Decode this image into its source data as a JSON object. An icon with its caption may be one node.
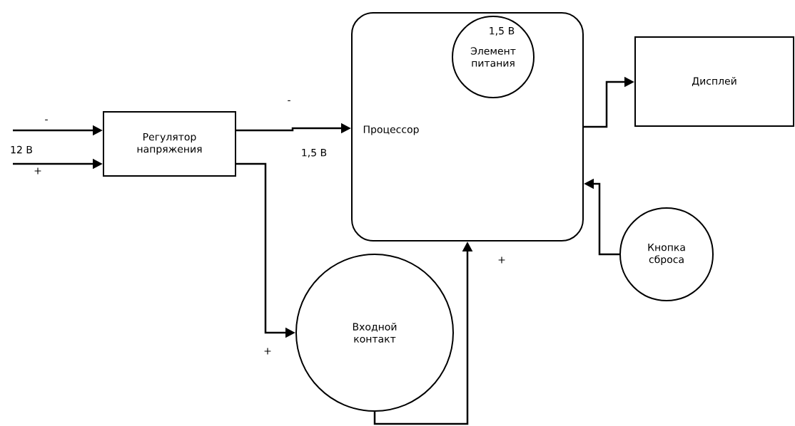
{
  "diagram": {
    "nodes": [
      {
        "text": [
          "Регулятор напряжения"
        ]
      },
      {
        "text": [
          "Процессор"
        ]
      },
      {
        "text": [
          "1,5 В",
          "Элемент питания"
        ],
        "in": 1
      },
      {
        "text": [
          "Дисплей"
        ]
      },
      {
        "text": [
          "Кнопка сброса"
        ]
      },
      {
        "text": [
          "Входной контакт"
        ]
      }
    ],
    "edges": [
      {
        "from": null,
        "to": 0,
        "arrow": "to",
        "label": "-"
      },
      {
        "from": null,
        "to": 0,
        "arrow": "to",
        "label": "+"
      },
      {
        "from": 0,
        "to": 1,
        "arrow": "to",
        "label": "-"
      },
      {
        "from": 0,
        "to": 5,
        "arrow": "to",
        "label": "+"
      },
      {
        "from": 5,
        "to": 1,
        "arrow": "to",
        "label": "+"
      },
      {
        "from": 1,
        "to": 3,
        "arrow": "to"
      },
      {
        "from": 4,
        "to": 1,
        "arrow": "to"
      }
    ],
    "labels": [
      "12 В",
      "1,5 В"
    ]
  }
}
